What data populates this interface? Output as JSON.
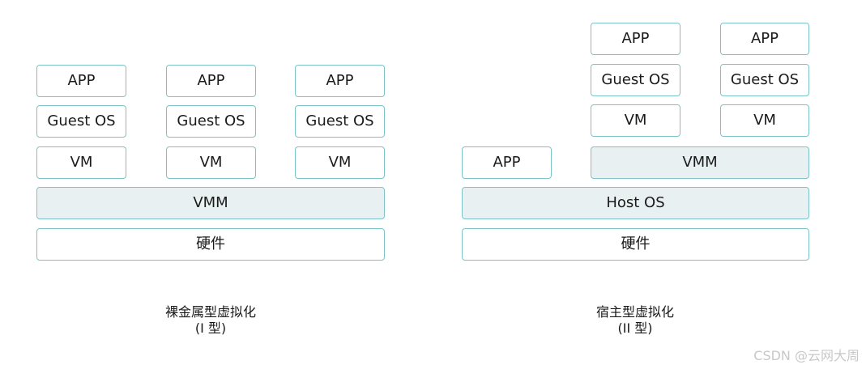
{
  "bare_metal": {
    "columns": [
      {
        "app": "APP",
        "guest_os": "Guest OS",
        "vm": "VM"
      },
      {
        "app": "APP",
        "guest_os": "Guest OS",
        "vm": "VM"
      },
      {
        "app": "APP",
        "guest_os": "Guest OS",
        "vm": "VM"
      }
    ],
    "vmm": "VMM",
    "hardware": "硬件",
    "caption_title": "裸金属型虚拟化",
    "caption_subtitle": "(I 型)"
  },
  "hosted": {
    "host_app": "APP",
    "columns": [
      {
        "app": "APP",
        "guest_os": "Guest OS",
        "vm": "VM"
      },
      {
        "app": "APP",
        "guest_os": "Guest OS",
        "vm": "VM"
      }
    ],
    "vmm": "VMM",
    "host_os": "Host OS",
    "hardware": "硬件",
    "caption_title": "宿主型虚拟化",
    "caption_subtitle": "(II 型)"
  },
  "watermark": "CSDN @云网大周",
  "colors": {
    "border": "#7cc4c8",
    "shaded_fill": "#e8f0f1",
    "watermark": "#c8c8c8"
  }
}
